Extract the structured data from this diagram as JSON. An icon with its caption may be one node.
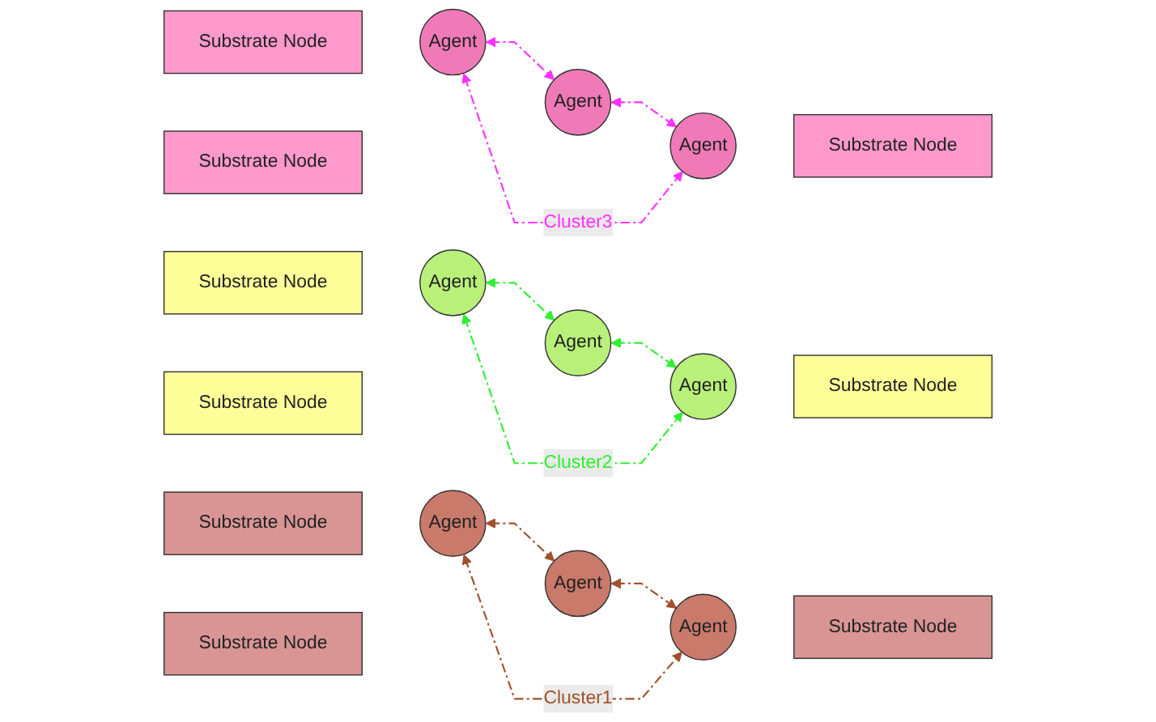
{
  "diagram": {
    "nodes": [
      {
        "text": [
          "Substrate Node"
        ]
      },
      {
        "text": [
          "Agent"
        ]
      },
      {
        "text": [
          "Substrate Node"
        ]
      },
      {
        "text": [
          "Agent"
        ]
      },
      {
        "text": [
          "Substrate Node"
        ]
      },
      {
        "text": [
          "Agent"
        ]
      },
      {
        "text": [
          "Substrate Node"
        ]
      },
      {
        "text": [
          "Agent"
        ]
      },
      {
        "text": [
          "Substrate Node"
        ]
      },
      {
        "text": [
          "Agent"
        ]
      },
      {
        "text": [
          "Substrate Node"
        ]
      },
      {
        "text": [
          "Agent"
        ]
      },
      {
        "text": [
          "Agent"
        ]
      },
      {
        "text": [
          "Substrate Node"
        ]
      },
      {
        "text": [
          "Agent"
        ]
      },
      {
        "text": [
          "Substrate Node"
        ]
      },
      {
        "text": [
          "Agent"
        ]
      },
      {
        "text": [
          "Substrate Node"
        ]
      }
    ],
    "edges": [
      {
        "from": 7,
        "to": 1,
        "arrow": "both",
        "style": "dashed",
        "color": "#ff33ff"
      },
      {
        "from": 1,
        "to": 12,
        "arrow": "both",
        "style": "dashed",
        "color": "#ff33ff"
      },
      {
        "from": 7,
        "to": 12,
        "arrow": "both",
        "style": "dashed",
        "color": "#ff33ff",
        "label": "Cluster3"
      },
      {
        "from": 9,
        "to": 3,
        "arrow": "both",
        "style": "dashed",
        "color": "#33ee33"
      },
      {
        "from": 3,
        "to": 14,
        "arrow": "both",
        "style": "dashed",
        "color": "#33ee33"
      },
      {
        "from": 9,
        "to": 14,
        "arrow": "both",
        "style": "dashed",
        "color": "#33ee33",
        "label": "Cluster2"
      },
      {
        "from": 11,
        "to": 5,
        "arrow": "both",
        "style": "dashed",
        "color": "#a0522d"
      },
      {
        "from": 5,
        "to": 16,
        "arrow": "both",
        "style": "dashed",
        "color": "#a0522d"
      },
      {
        "from": 11,
        "to": 16,
        "arrow": "both",
        "style": "dashed",
        "color": "#a0522d",
        "label": "Cluster1"
      }
    ]
  }
}
